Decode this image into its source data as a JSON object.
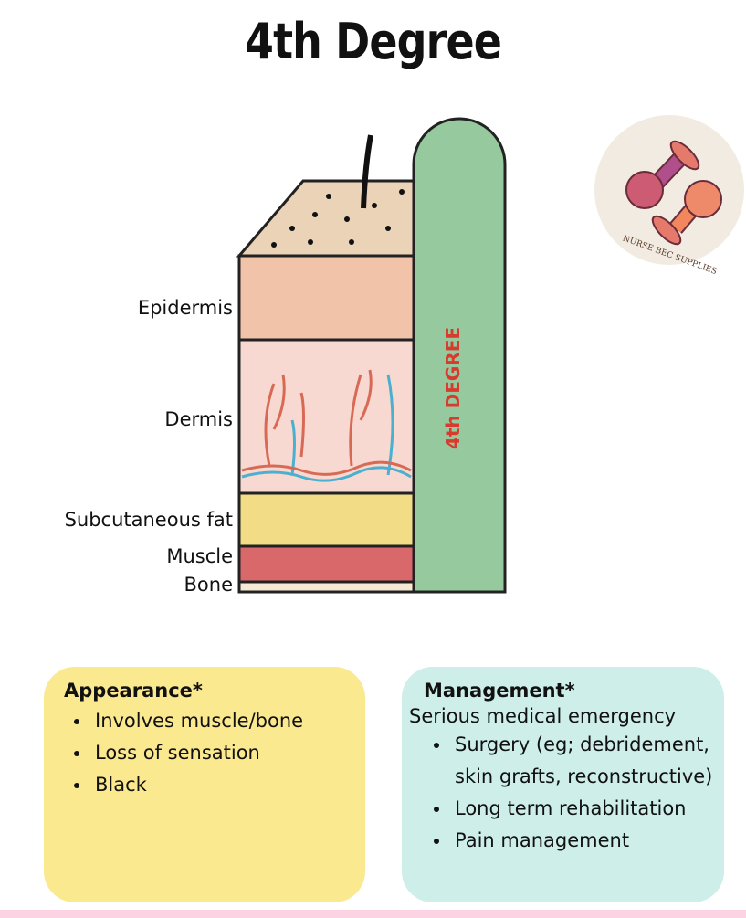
{
  "title": "4th Degree",
  "layers": [
    "Epidermis",
    "Dermis",
    "Subcutaneous fat",
    "Muscle",
    "Bone"
  ],
  "burn_label": "4th DEGREE",
  "logo_text": "NURSE BEC SUPPLIES",
  "appearance": {
    "heading": "Appearance*",
    "items": [
      "Involves muscle/bone",
      "Loss of sensation",
      "Black"
    ]
  },
  "management": {
    "heading": "Management*",
    "subtitle": "Serious medical emergency",
    "items": [
      "Surgery (eg; debridement, skin grafts, reconstructive)",
      "Long term rehabilitation",
      "Pain management"
    ]
  },
  "colors": {
    "epidermis": "#f1c3a9",
    "dermis": "#f7d9d2",
    "fat": "#f3dc86",
    "muscle": "#d9686a",
    "bone": "#f6ead4",
    "burn": "#96c99d",
    "burn_text": "#d83a2e",
    "appearance_bg": "#fbe98f",
    "management_bg": "#cdeee9"
  }
}
